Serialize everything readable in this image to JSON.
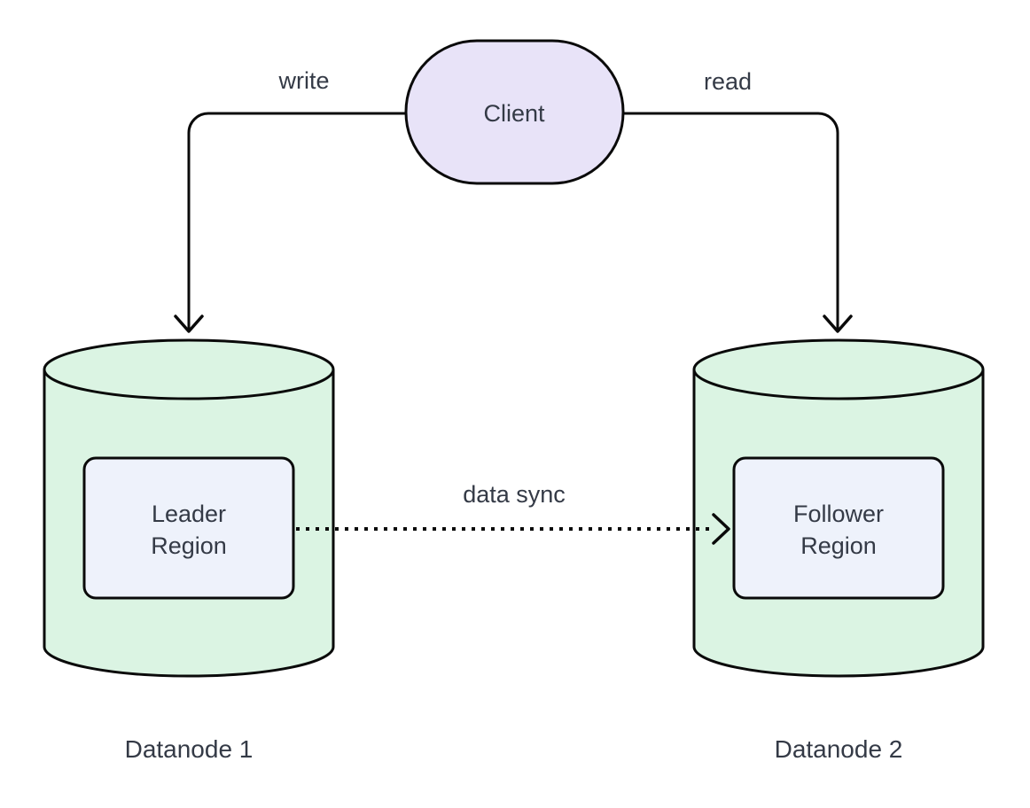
{
  "diagram": {
    "background": "#ffffff",
    "colors": {
      "stroke": "#0a0a0a",
      "text": "#343a46",
      "client_fill": "#e8e3f8",
      "datanode_fill": "#dbf4e3",
      "region_fill": "#eef2fb"
    },
    "client": {
      "label": "Client",
      "shape": "stadium"
    },
    "datanode1": {
      "label": "Datanode 1",
      "shape": "cylinder",
      "region": {
        "lines": [
          "Leader",
          "Region"
        ]
      }
    },
    "datanode2": {
      "label": "Datanode 2",
      "shape": "cylinder",
      "region": {
        "lines": [
          "Follower",
          "Region"
        ]
      }
    },
    "edges": {
      "write": {
        "label": "write",
        "from": "Client",
        "to": "Datanode 1",
        "style": "solid-arrow"
      },
      "read": {
        "label": "read",
        "from": "Client",
        "to": "Datanode 2",
        "style": "solid-arrow"
      },
      "data_sync": {
        "label": "data sync",
        "from": "Leader Region",
        "to": "Follower Region",
        "style": "dotted-arrow"
      }
    }
  }
}
